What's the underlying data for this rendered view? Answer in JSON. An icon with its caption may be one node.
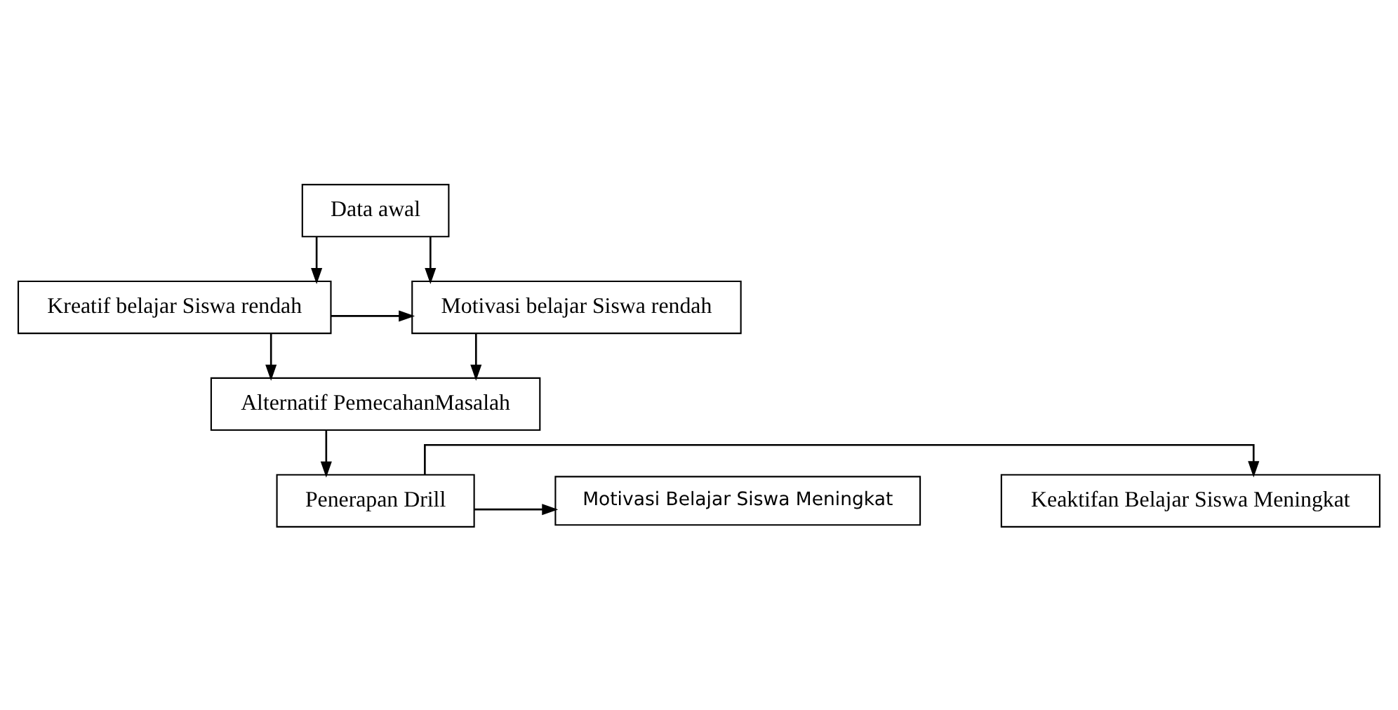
{
  "diagram": {
    "nodes": [
      {
        "text": [
          "Data awal"
        ]
      },
      {
        "text": [
          "Kreatif belajar Siswa rendah"
        ]
      },
      {
        "text": [
          "Motivasi belajar Siswa rendah"
        ]
      },
      {
        "text": [
          "Alternatif PemecahanMasalah"
        ]
      },
      {
        "text": [
          "Penerapan Drill"
        ]
      },
      {
        "text": [
          "Keaktifan Belajar Siswa Meningkat"
        ]
      },
      {
        "text": [
          "Motivasi Belajar Siswa Meningkat"
        ]
      }
    ],
    "edges": [
      {
        "from": 0,
        "to": 1,
        "arrow": "to"
      },
      {
        "from": 0,
        "to": 2,
        "arrow": "to"
      },
      {
        "from": 1,
        "to": 2,
        "arrow": "to"
      },
      {
        "from": 1,
        "to": 3,
        "arrow": "to"
      },
      {
        "from": 2,
        "to": 3,
        "arrow": "to"
      },
      {
        "from": 3,
        "to": 4,
        "arrow": "to"
      },
      {
        "from": 4,
        "to": 5,
        "arrow": "to"
      },
      {
        "from": 4,
        "to": 6,
        "arrow": "to"
      }
    ]
  }
}
